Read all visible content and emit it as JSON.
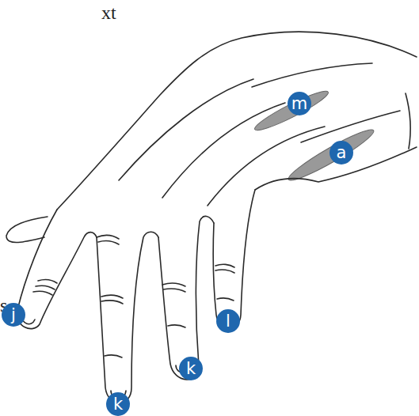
{
  "diagram": {
    "labels": [
      "xt",
      "m",
      "a",
      "s",
      "j",
      "l",
      "k",
      "k"
    ]
  }
}
